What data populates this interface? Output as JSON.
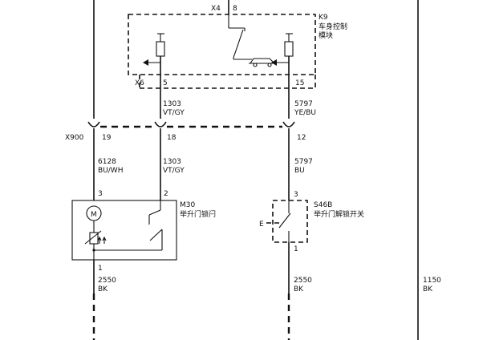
{
  "modules": {
    "k9": {
      "id": "K9",
      "name_line1": "车身控制",
      "name_line2": "模块",
      "connector_top": "X4",
      "connector_top_pin": "8",
      "connector_bottom": "X6",
      "pin_left": "5",
      "pin_right": "15"
    },
    "m30": {
      "id": "M30",
      "name": "举升门锁闩",
      "pin_left": "3",
      "pin_right": "2",
      "pin_bottom": "1",
      "motor_symbol": "M"
    },
    "s46b": {
      "id": "S46B",
      "name": "举升门解锁开关",
      "pin_top": "3",
      "pin_bottom": "1",
      "actuator_symbol": "E"
    }
  },
  "connector_x900": {
    "id": "X900",
    "pin_a": "19",
    "pin_b": "18",
    "pin_c": "12"
  },
  "wires": {
    "w1303_upper": {
      "circuit": "1303",
      "color": "VT/GY"
    },
    "w5797_upper": {
      "circuit": "5797",
      "color": "YE/BU"
    },
    "w6128": {
      "circuit": "6128",
      "color": "BU/WH"
    },
    "w1303_lower": {
      "circuit": "1303",
      "color": "VT/GY"
    },
    "w5797_lower": {
      "circuit": "5797",
      "color": "BU"
    },
    "w2550_left": {
      "circuit": "2550",
      "color": "BK"
    },
    "w2550_right": {
      "circuit": "2550",
      "color": "BK"
    },
    "w1150": {
      "circuit": "1150",
      "color": "BK"
    }
  }
}
